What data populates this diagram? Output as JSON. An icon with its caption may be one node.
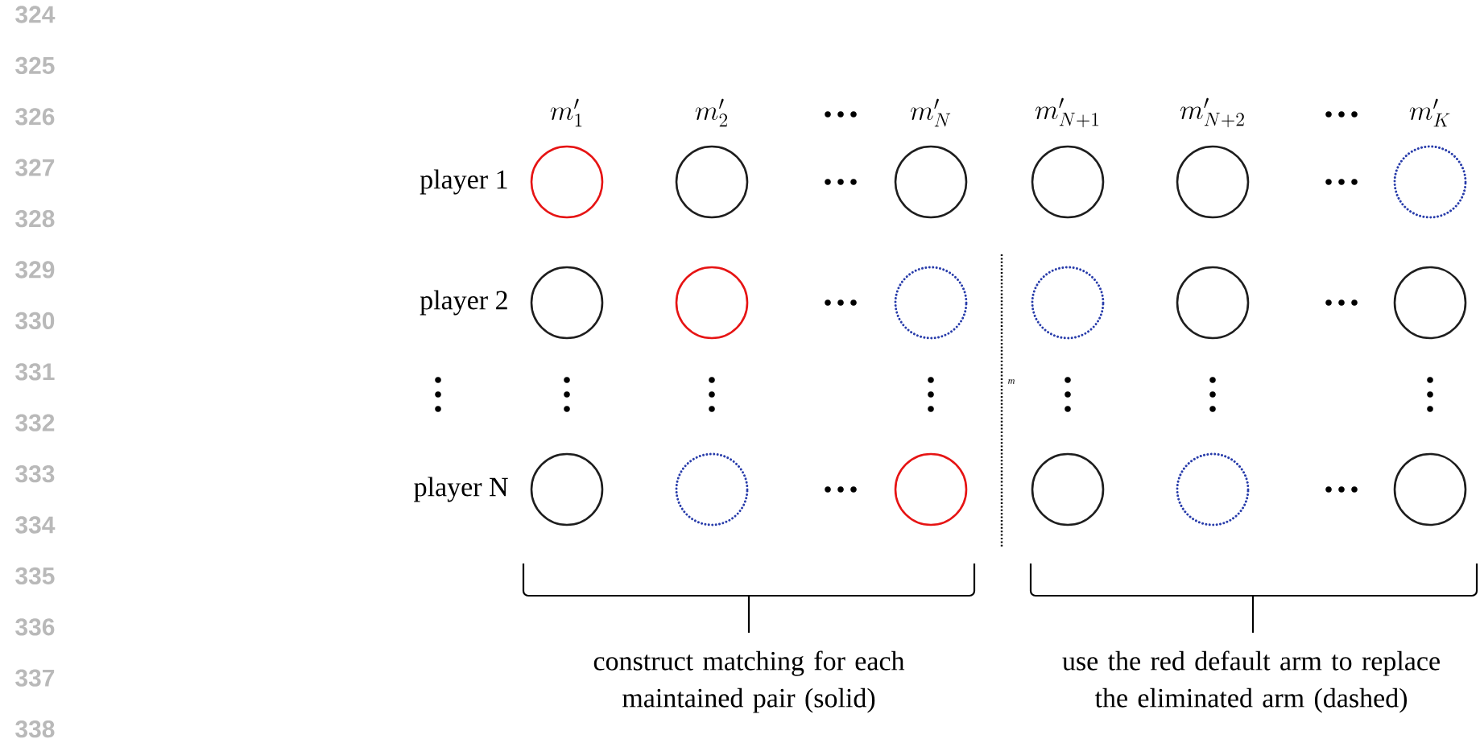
{
  "diagram": {
    "nodes": [
      {
        "text": [],
        "shape": "circle"
      },
      {
        "text": [],
        "shape": "circle"
      },
      {
        "text": [],
        "shape": "circle"
      },
      {
        "text": [],
        "shape": "circle"
      },
      {
        "text": [],
        "shape": "circle"
      },
      {
        "text": [],
        "shape": "circle"
      },
      {
        "text": [],
        "shape": "circle"
      },
      {
        "text": [],
        "shape": "circle"
      },
      {
        "text": [],
        "shape": "circle"
      },
      {
        "text": [],
        "shape": "circle"
      },
      {
        "text": [],
        "shape": "circle"
      },
      {
        "text": [],
        "shape": "circle"
      },
      {
        "text": [],
        "shape": "circle"
      },
      {
        "text": [],
        "shape": "circle"
      },
      {
        "text": [],
        "shape": "circle"
      },
      {
        "text": [],
        "shape": "circle"
      },
      {
        "text": [],
        "shape": "circle"
      },
      {
        "text": [],
        "shape": "circle"
      }
    ],
    "labels": [
      "324",
      "325",
      "326",
      "327",
      "328",
      "329",
      "330",
      "331",
      "332",
      "333",
      "334",
      "335",
      "336",
      "337",
      "338",
      "m_{1}^{\\prime}",
      "m_{2}^{\\prime}",
      "m_{N}^{\\prime}",
      "m_{N+1}^{\\prime}",
      "m_{N+2}^{\\prime}",
      "m_{K}^{\\prime}",
      "player 1",
      "player 2",
      "player N",
      "m",
      "construct matching for each maintained pair (solid)",
      "use the red default arm to replace the eliminated arm (dashed)"
    ]
  }
}
